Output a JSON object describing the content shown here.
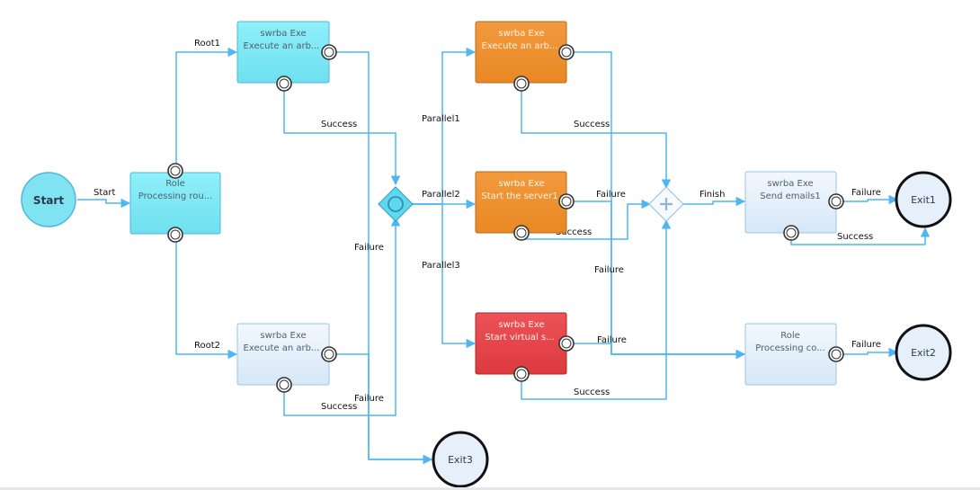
{
  "colors": {
    "cyan_task": "#7fe9f5",
    "light_task": "#e3effa",
    "orange_task": "#ef9333",
    "red_task": "#e84a4f",
    "edge": "#4fb6f2",
    "start_fill": "#7fe3f2"
  },
  "start": {
    "label": "Start"
  },
  "tasks": {
    "role_main": {
      "title": "Role",
      "sub": "Processing rou..."
    },
    "exe_root1": {
      "title": "swrba  Exe",
      "sub": "Execute an arb..."
    },
    "exe_root2": {
      "title": "swrba  Exe",
      "sub": "Execute an arb..."
    },
    "exe_p1": {
      "title": "swrba  Exe",
      "sub": "Execute an arb..."
    },
    "exe_p2": {
      "title": "swrba  Exe",
      "sub": "Start the server1"
    },
    "exe_p3": {
      "title": "swrba  Exe",
      "sub": "Start virtual s..."
    },
    "exe_email": {
      "title": "swrba  Exe",
      "sub": "Send emails1"
    },
    "role_co": {
      "title": "Role",
      "sub": "Processing co..."
    }
  },
  "exits": {
    "exit1": {
      "label": "Exit1"
    },
    "exit2": {
      "label": "Exit2"
    },
    "exit3": {
      "label": "Exit3"
    }
  },
  "edges": {
    "start": "Start",
    "root1": "Root1",
    "root2": "Root2",
    "success_root1": "Success",
    "failure_root1": "Failure",
    "success_root2": "Success",
    "failure_root2": "Failure",
    "parallel1": "Parallel1",
    "parallel2": "Parallel2",
    "parallel3": "Parallel3",
    "success_p1": "Success",
    "failure_p2": "Failure",
    "success_p2": "Success",
    "failure_p1": "Failure",
    "failure_p3": "Failure",
    "success_p3": "Success",
    "finish": "Finish",
    "failure_email": "Failure",
    "success_email": "Success",
    "failure_role_co": "Failure"
  }
}
